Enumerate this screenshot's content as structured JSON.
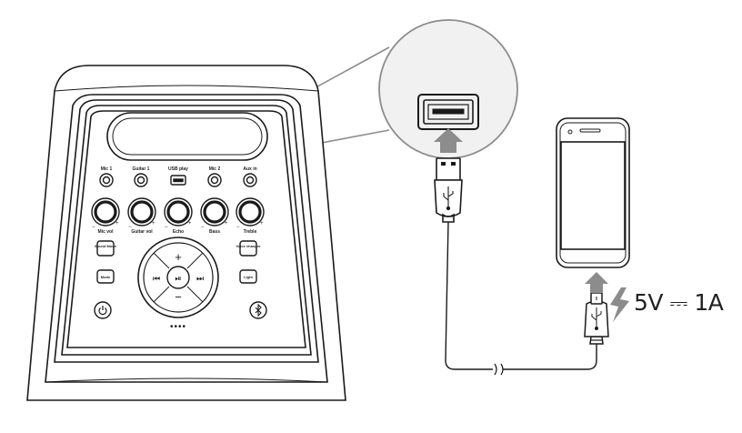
{
  "diagram": {
    "top_labels": [
      "Mic 1",
      "Guitar 1",
      "USB play",
      "Mic 2",
      "Aux in"
    ],
    "knob_labels": [
      "Mic vol",
      "Guitar vol",
      "Echo",
      "Bass",
      "Treble"
    ],
    "left_buttons": [
      "Sound Mode",
      "Mode"
    ],
    "right_buttons": [
      "Voice changer",
      "Light"
    ],
    "power_label": "power-icon",
    "bluetooth_label": "bluetooth-icon",
    "nav": {
      "plus": "+",
      "minus": "−",
      "prev": "⏮",
      "play": "⏯",
      "next": "⏭"
    },
    "indicator": "••••",
    "spec_text": "5V ⎓ 1A",
    "colors": {
      "line": "#1a1a1a",
      "gray": "#8c8c8c",
      "zoom_fill": "#f1f1f1"
    }
  }
}
